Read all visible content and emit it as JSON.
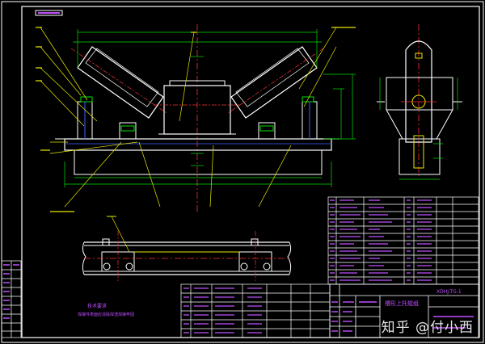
{
  "title_block": {
    "drawing_name": "槽形上托辊组",
    "drawing_code": "XDHJ-TG-1"
  },
  "notes": {
    "heading": "技术要求",
    "line1": "焊接件表面应清除焊渣焊接牢固"
  },
  "watermark": "知乎 @付小西",
  "colors": {
    "background": "#000000",
    "frame": "#ffffff",
    "outline": "#ffffff",
    "centerline": "#ff3030",
    "dimension": "#00e000",
    "leader": "#e8e800",
    "table_text": "#c050ff",
    "hidden": "#4060ff"
  }
}
